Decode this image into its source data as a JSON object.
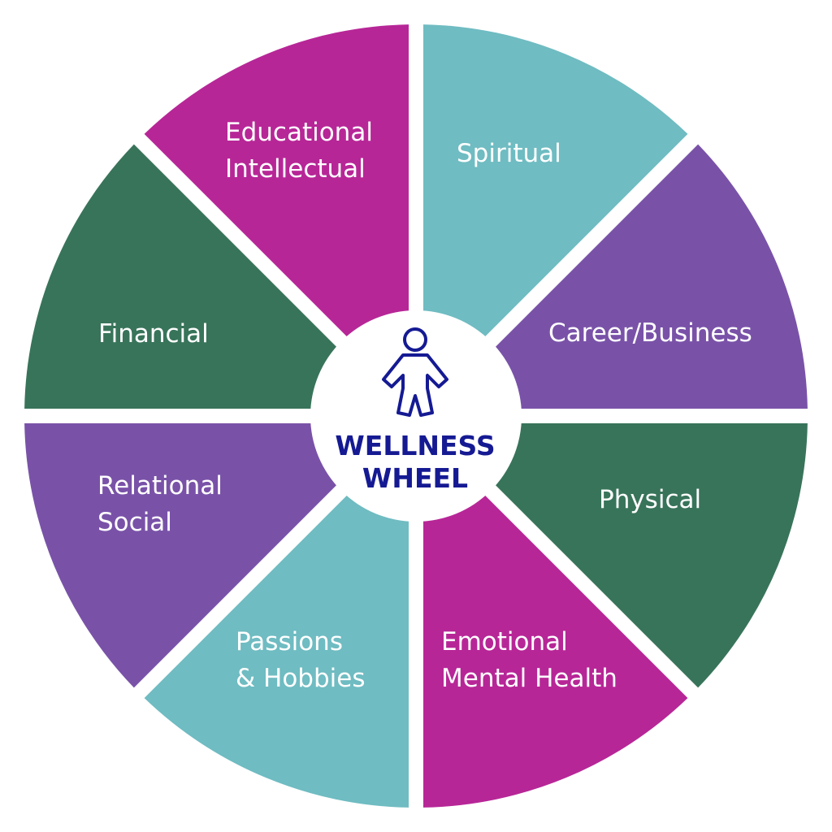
{
  "title_lines": [
    "WELLNESS",
    "WHEEL"
  ],
  "center_icon": "person-outline-icon",
  "segments": [
    {
      "id": "spiritual",
      "lines": [
        "Spiritual"
      ],
      "color": "#6fbcc2"
    },
    {
      "id": "career",
      "lines": [
        "Career/Business"
      ],
      "color": "#7952a8"
    },
    {
      "id": "physical",
      "lines": [
        "Physical"
      ],
      "color": "#38745a"
    },
    {
      "id": "emotional",
      "lines": [
        "Emotional",
        "Mental Health"
      ],
      "color": "#b72697"
    },
    {
      "id": "passions",
      "lines": [
        "Passions",
        "& Hobbies"
      ],
      "color": "#6fbcc2"
    },
    {
      "id": "relational",
      "lines": [
        "Relational",
        "Social"
      ],
      "color": "#7952a8"
    },
    {
      "id": "financial",
      "lines": [
        "Financial"
      ],
      "color": "#38745a"
    },
    {
      "id": "educational",
      "lines": [
        "Educational",
        "Intellectual"
      ],
      "color": "#b72697"
    }
  ],
  "colors": {
    "hub_fill": "#ffffff",
    "hub_text": "#151a93",
    "icon_stroke": "#151a93"
  }
}
